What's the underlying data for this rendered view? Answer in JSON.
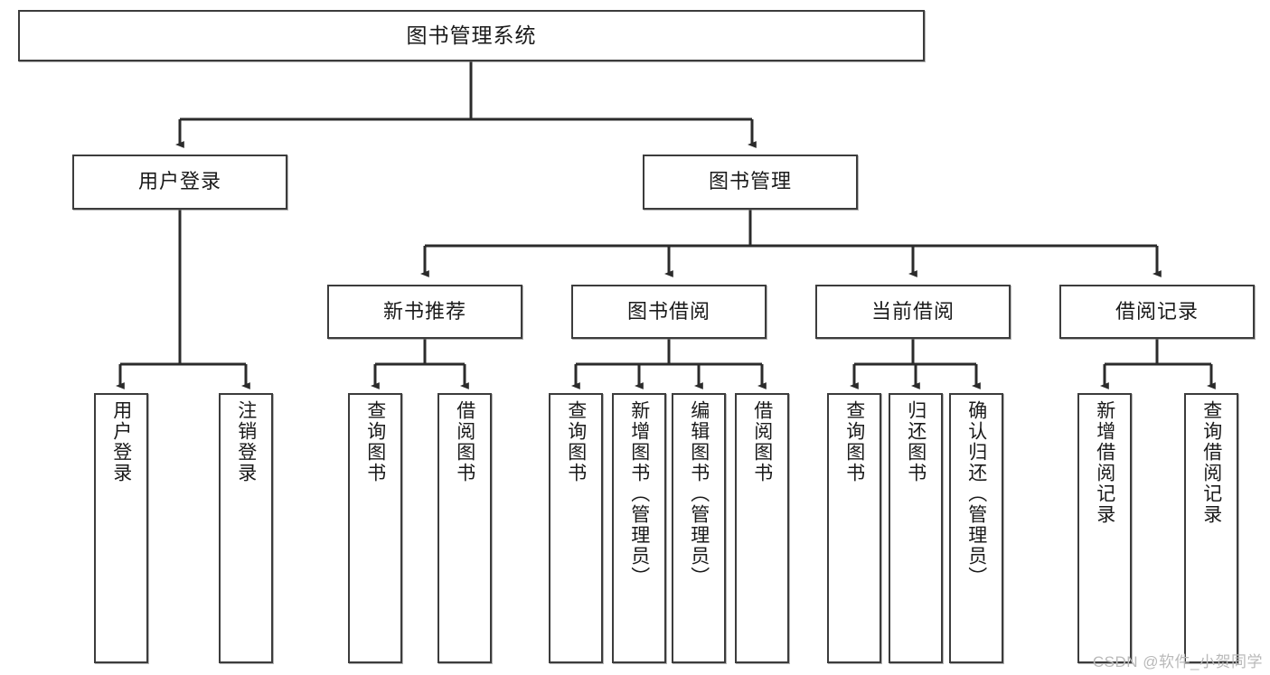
{
  "diagram": {
    "title": "图书管理系统",
    "type": "功能结构图",
    "watermark": "CSDN @软件_小贺同学",
    "colors": {
      "box_border": "#3c3c3c",
      "box_fill": "#ffffff",
      "connector": "#2b2b2b",
      "text": "#1a1a1a",
      "watermark": "#b9b9b9"
    },
    "nodes": {
      "root": {
        "label": "图书管理系统"
      },
      "level2": [
        {
          "label": "用户登录"
        },
        {
          "label": "图书管理"
        }
      ],
      "level3": [
        {
          "label": "新书推荐"
        },
        {
          "label": "图书借阅"
        },
        {
          "label": "当前借阅"
        },
        {
          "label": "借阅记录"
        }
      ],
      "leaves": {
        "user_login": [
          {
            "label": "用户登录"
          },
          {
            "label": "注销登录"
          }
        ],
        "new_book": [
          {
            "label": "查询图书"
          },
          {
            "label": "借阅图书"
          }
        ],
        "book_borrow": [
          {
            "label": "查询图书"
          },
          {
            "label": "新增图书（管理员）"
          },
          {
            "label": "编辑图书（管理员）"
          },
          {
            "label": "借阅图书"
          }
        ],
        "current_borrow": [
          {
            "label": "查询图书"
          },
          {
            "label": "归还图书"
          },
          {
            "label": "确认归还（管理员）"
          }
        ],
        "borrow_record": [
          {
            "label": "新增借阅记录"
          },
          {
            "label": "查询借阅记录"
          }
        ]
      }
    }
  }
}
